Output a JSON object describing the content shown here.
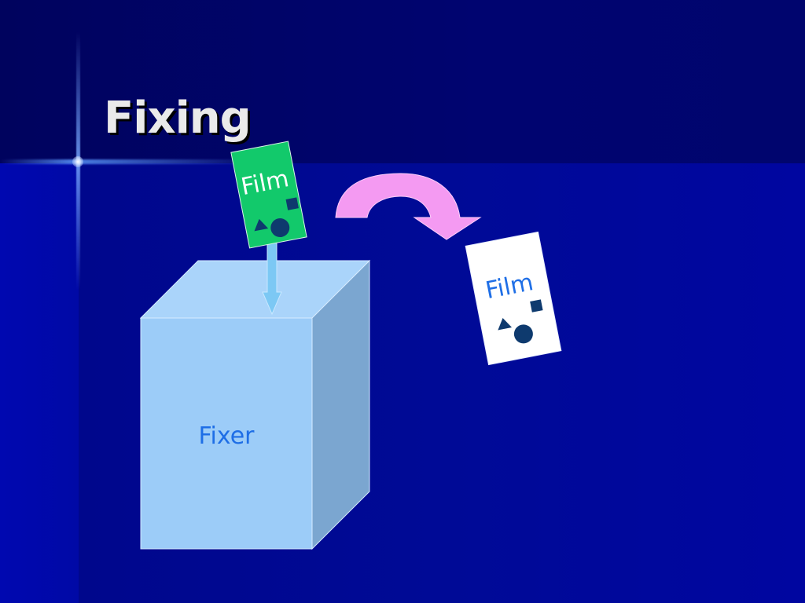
{
  "slide": {
    "title": "Fixing"
  },
  "diagram": {
    "container_label": "Fixer",
    "film_before_label": "Film",
    "film_after_label": "Film"
  },
  "colors": {
    "title_text": "#EAEAEA",
    "box_front": "#9CCCF8",
    "box_top": "#AAD4FA",
    "box_side": "#7BA6D0",
    "box_label": "#1E6EE6",
    "film_before_bg": "#12C96B",
    "film_after_bg": "#FFFFFF",
    "symbols": "#0E3A6E",
    "insert_arrow": "#7CC8F4",
    "curved_arrow": "#F49AF2"
  }
}
